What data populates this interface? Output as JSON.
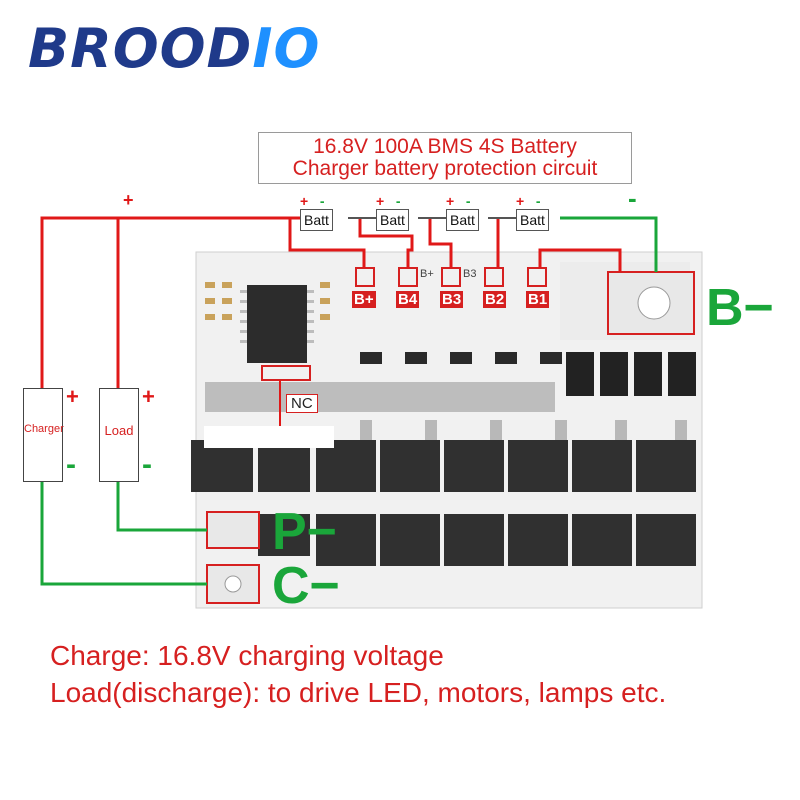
{
  "brand": {
    "name_part1": "BROOD",
    "name_part2": "IO"
  },
  "title": {
    "line1": "16.8V 100A BMS 4S Battery",
    "line2": "Charger battery protection circuit"
  },
  "batteries": [
    {
      "label": "Batt",
      "plus": "+",
      "minus": "-"
    },
    {
      "label": "Batt",
      "plus": "+",
      "minus": "-"
    },
    {
      "label": "Batt",
      "plus": "+",
      "minus": "-"
    },
    {
      "label": "Batt",
      "plus": "+",
      "minus": "-"
    }
  ],
  "top_plus": "+",
  "top_minus": "-",
  "pads": [
    "B+",
    "B4",
    "B3",
    "B2",
    "B1"
  ],
  "board_marks": {
    "b_plus_small": "B+",
    "b3_small": "B3"
  },
  "nc_label": "NC",
  "charger": {
    "label": "Charger",
    "plus": "+",
    "minus": "-"
  },
  "load": {
    "label": "Load",
    "plus": "+",
    "minus": "-"
  },
  "terminals": {
    "b_minus": "B−",
    "p_minus": "P−",
    "c_minus": "C−"
  },
  "captions": {
    "line1": "Charge: 16.8V charging voltage",
    "line2": "Load(discharge): to drive LED, motors, lamps etc."
  },
  "colors": {
    "positive_wire": "#e01818",
    "negative_wire": "#1aa63a",
    "brand_dark": "#1f3a8a",
    "brand_light": "#1e90ff",
    "board": "#f2f2f2",
    "mosfet": "#2f2f2f"
  }
}
